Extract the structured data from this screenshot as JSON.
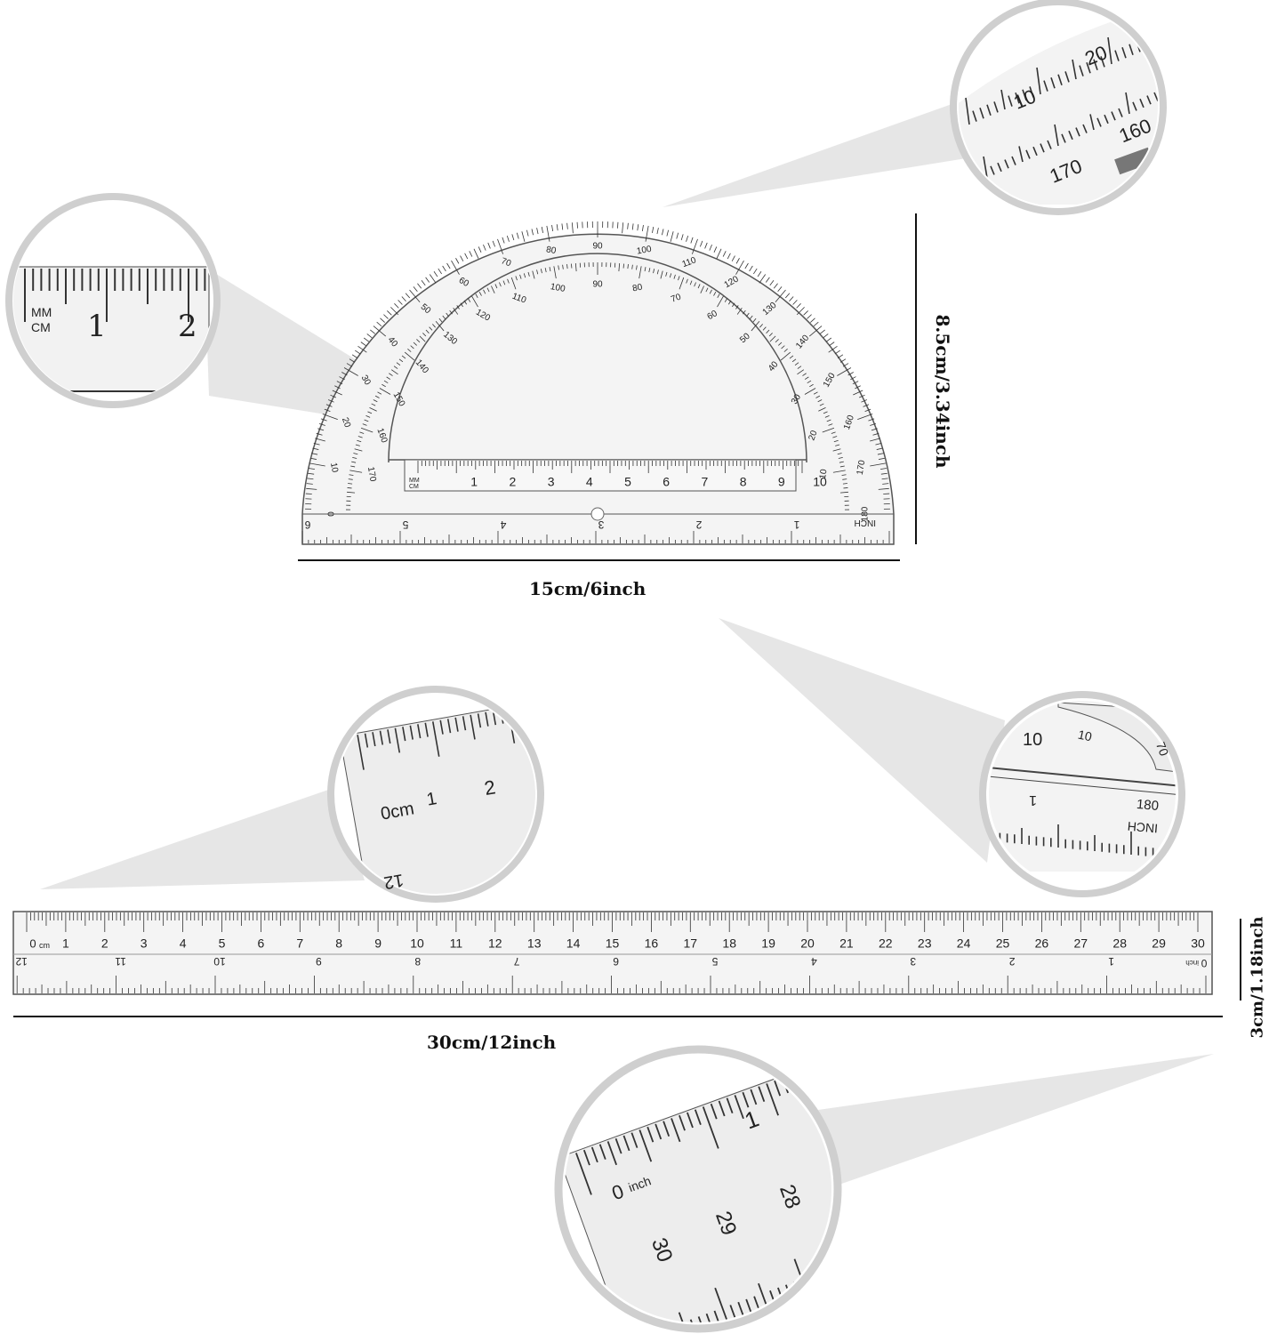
{
  "dimensions": {
    "protractor_width": "15cm/6inch",
    "protractor_height": "8.5cm/3.34inch",
    "ruler_width": "30cm/12inch",
    "ruler_height": "3cm/1.18inch"
  },
  "protractor": {
    "unit_labels": [
      "MM",
      "CM"
    ],
    "inch_label": "INCH",
    "cm_numbers": [
      "1",
      "2",
      "3",
      "4",
      "5",
      "6",
      "7",
      "8",
      "9",
      "10"
    ],
    "inch_numbers": [
      "1",
      "2",
      "3",
      "4",
      "5",
      "6"
    ],
    "outer_scale": [
      "0",
      "10",
      "20",
      "30",
      "40",
      "50",
      "60",
      "70",
      "80",
      "90",
      "100",
      "110",
      "120",
      "130",
      "140",
      "150",
      "160",
      "170",
      "180"
    ],
    "inner_scale": [
      "180",
      "170",
      "160",
      "150",
      "140",
      "130",
      "120",
      "110",
      "100",
      "90",
      "80",
      "70",
      "60",
      "50",
      "40",
      "30",
      "20",
      "10",
      "0"
    ]
  },
  "ruler": {
    "cm_unit": "cm",
    "inch_unit": "inch",
    "cm_numbers": [
      "0",
      "1",
      "2",
      "3",
      "4",
      "5",
      "6",
      "7",
      "8",
      "9",
      "10",
      "11",
      "12",
      "13",
      "14",
      "15",
      "16",
      "17",
      "18",
      "19",
      "20",
      "21",
      "22",
      "23",
      "24",
      "25",
      "26",
      "27",
      "28",
      "29",
      "30"
    ],
    "inch_numbers": [
      "0",
      "1",
      "2",
      "3",
      "4",
      "5",
      "6",
      "7",
      "8",
      "9",
      "10",
      "11",
      "12"
    ]
  },
  "zoom_cm_mm": {
    "unit_labels": [
      "MM",
      "CM"
    ],
    "numbers": [
      "1",
      "2"
    ]
  },
  "zoom_degrees": {
    "numbers": [
      "10",
      "20",
      "160",
      "170"
    ]
  },
  "zoom_ruler_cm": {
    "numbers": [
      "0cm",
      "1",
      "2",
      "12"
    ]
  },
  "zoom_base": {
    "numbers": [
      "10",
      "10",
      "70",
      "180"
    ],
    "inch_number": "1",
    "inch_label": "INCH"
  },
  "zoom_ruler_inch": {
    "numbers": [
      "0",
      "inch",
      "1",
      "28",
      "29",
      "30"
    ]
  }
}
